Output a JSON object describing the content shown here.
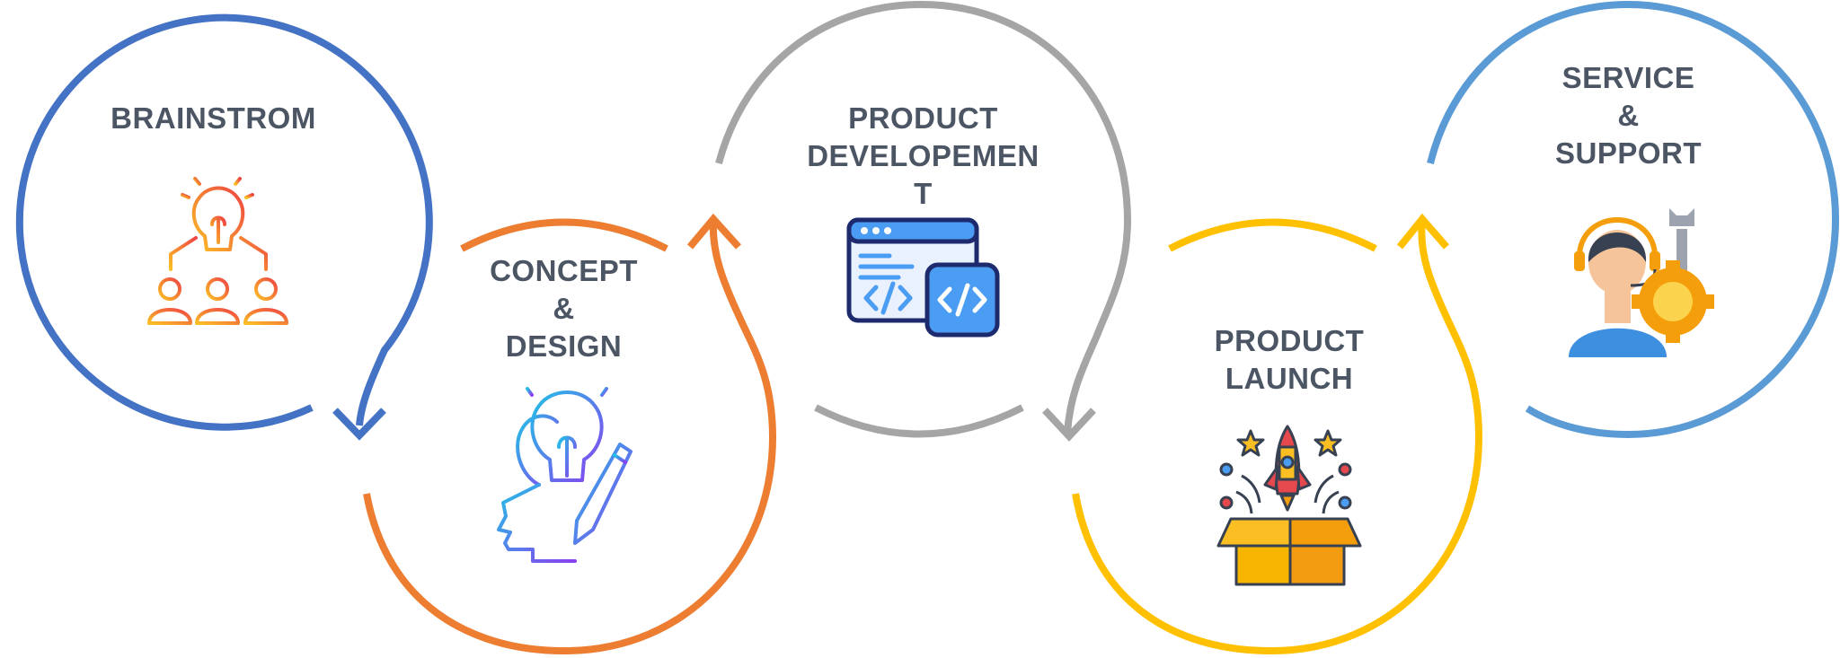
{
  "stages": [
    {
      "name": "brainstorm",
      "lines": [
        "BRAINSTROM"
      ],
      "color": "#4472c4",
      "icon": "brainstorm-icon"
    },
    {
      "name": "concept-design",
      "lines": [
        "CONCEPT",
        "&",
        "DESIGN"
      ],
      "color": "#ed7d31",
      "icon": "idea-head-pencil-icon"
    },
    {
      "name": "product-development",
      "lines": [
        "PRODUCT",
        "DEVELOPEMEN",
        "T"
      ],
      "color": "#a5a5a5",
      "icon": "code-window-icon"
    },
    {
      "name": "product-launch",
      "lines": [
        "PRODUCT",
        "LAUNCH"
      ],
      "color": "#ffc000",
      "icon": "rocket-box-icon"
    },
    {
      "name": "service-support",
      "lines": [
        "SERVICE",
        "&",
        "SUPPORT"
      ],
      "color": "#5b9bd5",
      "icon": "support-agent-gear-icon"
    }
  ]
}
